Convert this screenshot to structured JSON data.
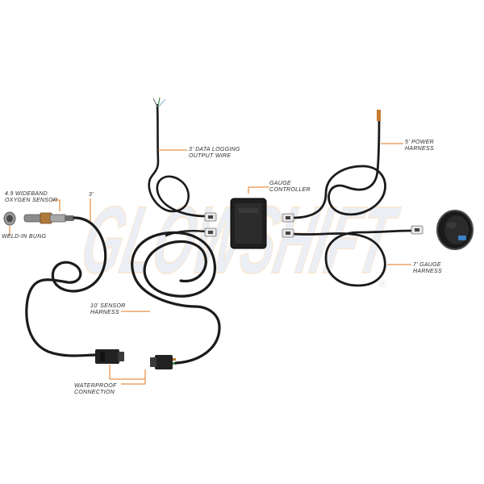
{
  "watermark": {
    "brand": "GLOWSHIFT",
    "registered_mark": "®"
  },
  "labels": {
    "o2_sensor": {
      "line1": "4.9 WIDEBAND",
      "line2": "OXYGEN SENSOR"
    },
    "weld_in_bung": {
      "line1": "WELD-IN BUNG"
    },
    "sensor_lead": {
      "line1": "3'"
    },
    "data_logging": {
      "line1": "3' DATA LOGGING",
      "line2": "OUTPUT WIRE"
    },
    "gauge_controller": {
      "line1": "GAUGE",
      "line2": "CONTROLLER"
    },
    "power_harness": {
      "line1": "5' POWER",
      "line2": "HARNESS"
    },
    "gauge_harness": {
      "line1": "7' GAUGE",
      "line2": "HARNESS"
    },
    "sensor_harness": {
      "line1": "10' SENSOR",
      "line2": "HARNESS"
    },
    "waterproof": {
      "line1": "WATERPROOF",
      "line2": "CONNECTION"
    }
  },
  "colors": {
    "leader": "#e2761b",
    "cable": "#1b1b1b",
    "watermark_fill": "#dbe3ee",
    "watermark_accent": "#f1d6b8",
    "label_text": "#2b2b2b"
  }
}
